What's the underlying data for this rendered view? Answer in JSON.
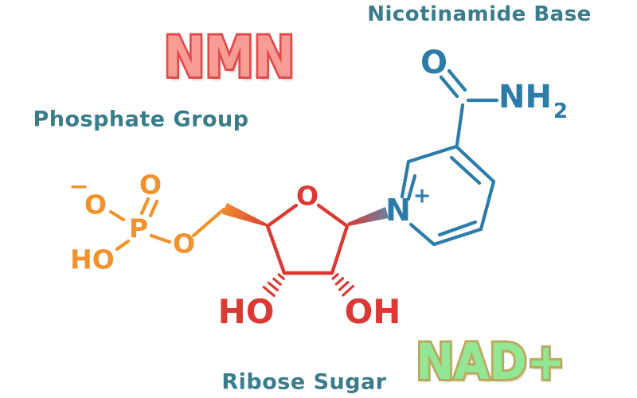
{
  "colors": {
    "orange": "#f0922e",
    "red": "#da3a33",
    "blue": "#2b7ca8",
    "teal": "#3a7c8c",
    "nmn-fill": "#f89c95",
    "nmn-stroke": "#e24a4a",
    "nad-fill": "#93e693",
    "nad-stroke": "#b9a95f",
    "wedge-slate": "#68839f"
  },
  "titles": {
    "nmn": "NMN",
    "nad_plus": "NAD+"
  },
  "labels": {
    "nicotinamide_base": "Nicotinamide Base",
    "phosphate_group": "Phosphate Group",
    "ribose_sugar": "Ribose Sugar"
  },
  "atoms": {
    "phosphate": {
      "charge_minus": "−",
      "o_ionized": "O",
      "o_double_bond": "O",
      "p_center": "P",
      "ho_group": "HO",
      "o_bridge": "O"
    },
    "ribose": {
      "o_ring": "O",
      "ho_left": "HO",
      "oh_right": "OH"
    },
    "nicotinamide": {
      "o_carbonyl": "O",
      "n_amide": "NH",
      "n_amide_subscript": "2",
      "n_ring": "N",
      "n_charge_plus": "+"
    }
  }
}
